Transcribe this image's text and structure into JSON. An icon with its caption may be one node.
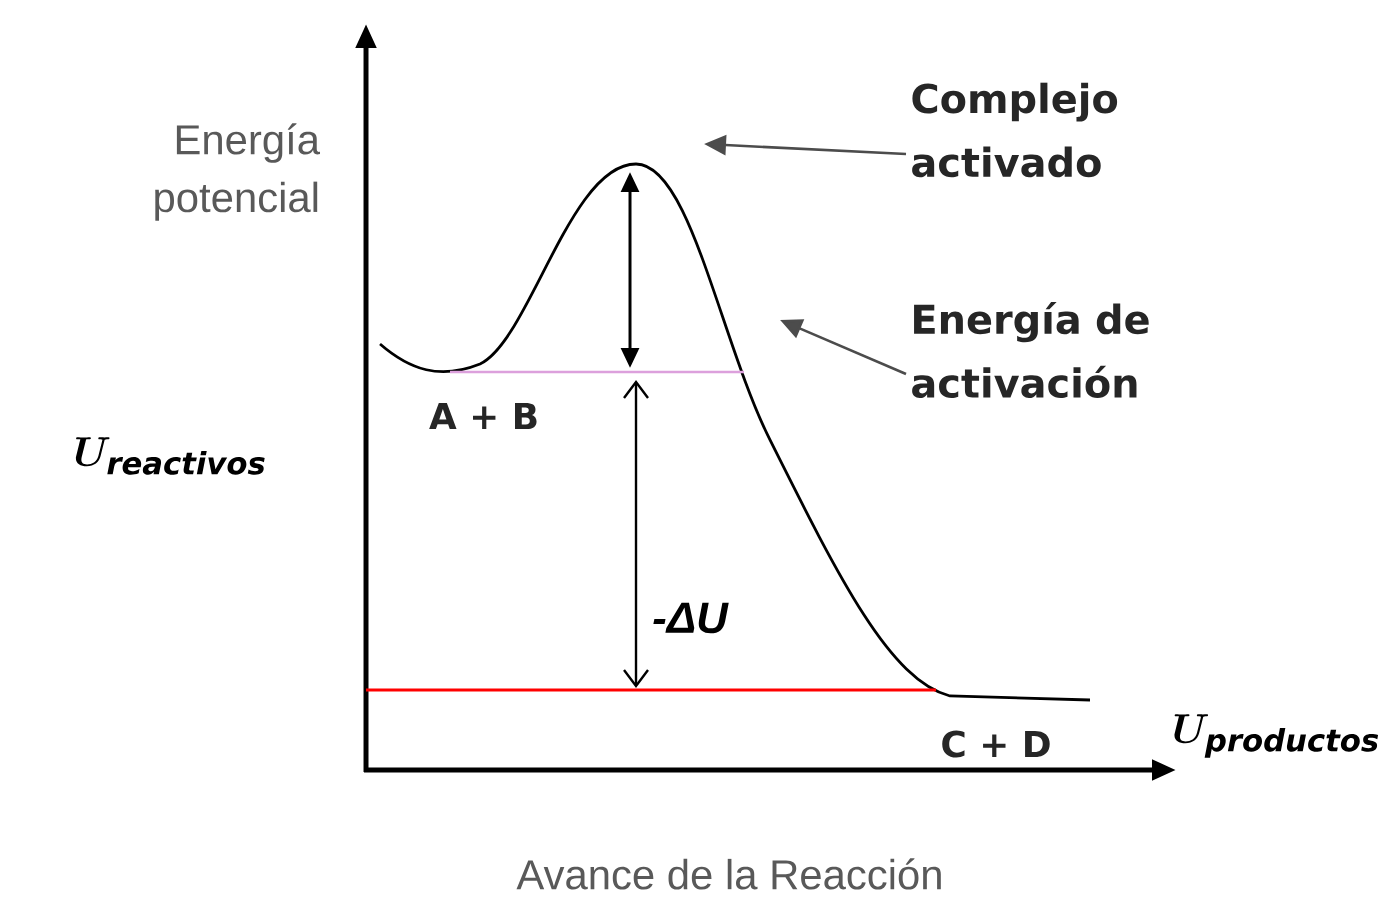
{
  "diagram": {
    "nodes": [
      {
        "text": [
          "Complejo activado"
        ]
      },
      {
        "text": [
          "Energía de activación"
        ]
      }
    ],
    "edges": [
      {
        "from": 0,
        "to": null,
        "arrow": "to"
      },
      {
        "from": 1,
        "to": null,
        "arrow": "to"
      }
    ],
    "labels": [
      "Energía potencial",
      "U_{\\mathit{reactivos}}",
      "A + B",
      "-ΔU",
      "C + D",
      "U_{\\mathit{productos}}",
      "Avance de la Reacción"
    ]
  }
}
